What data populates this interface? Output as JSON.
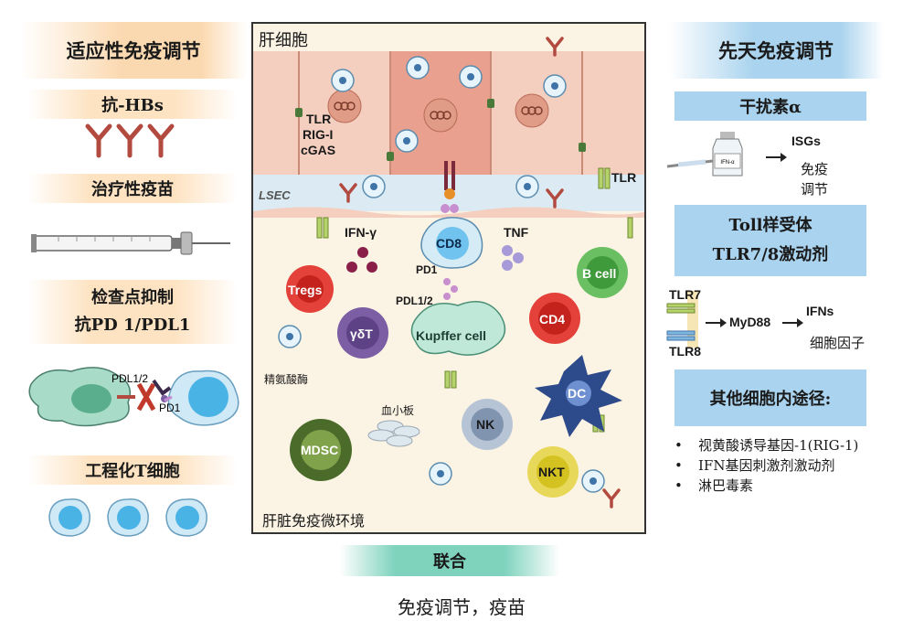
{
  "left": {
    "header": "适应性免疫调节",
    "anti_hbs": "抗-HBs",
    "therapeutic_vaccine": "治疗性疫苗",
    "checkpoint_line1": "检查点抑制",
    "checkpoint_line2": "抗PD 1/PDL1",
    "pdl_label": "PDL1/2",
    "pd1_label": "PD1",
    "engineered_t": "工程化T细胞"
  },
  "center": {
    "title": "肝细胞",
    "tlr": "TLR",
    "rig": "RIG-I",
    "cgas": "cGAS",
    "lsec": "LSEC",
    "tlr_right": "TLR",
    "ifn_gamma": "IFN-γ",
    "cd8": "CD8",
    "tnf": "TNF",
    "pd1": "PD1",
    "pdl12": "PDL1/2",
    "tregs": "Tregs",
    "gdt": "γδT",
    "kupffer": "Kupffer cell",
    "bcell": "B cell",
    "cd4": "CD4",
    "arginase": "精氨酸酶",
    "platelet": "血小板",
    "dc": "DC",
    "nk": "NK",
    "mdsc": "MDSC",
    "nkt": "NKT",
    "caption": "肝脏免疫微环境"
  },
  "right": {
    "header": "先天免疫调节",
    "ifn_alpha": "干扰素α",
    "vial_label": "IFN-α",
    "isgs": "ISGs",
    "immune_reg_line1": "免疫",
    "immune_reg_line2": "调节",
    "toll_line1": "Toll样受体",
    "toll_line2": "TLR7/8激动剂",
    "tlr7": "TLR7",
    "tlr8": "TLR8",
    "myd88": "MyD88",
    "ifns": "IFNs",
    "cytokines": "细胞因子",
    "other_pathways": "其他细胞内途径:",
    "bullets": [
      "视黄酸诱导基因-1(RIG-1)",
      "IFN基因刺激剂激动剂",
      "淋巴毒素"
    ]
  },
  "bottom": {
    "combination": "联合",
    "footer": "免疫调节，疫苗"
  },
  "colors": {
    "adaptive": "#fbd9b0",
    "innate": "#a9d3ee",
    "combination": "#7fd3bd",
    "hepatocyte": "#f4cfc0",
    "lsec": "#dcebf3",
    "antibody": "#b24a40"
  }
}
